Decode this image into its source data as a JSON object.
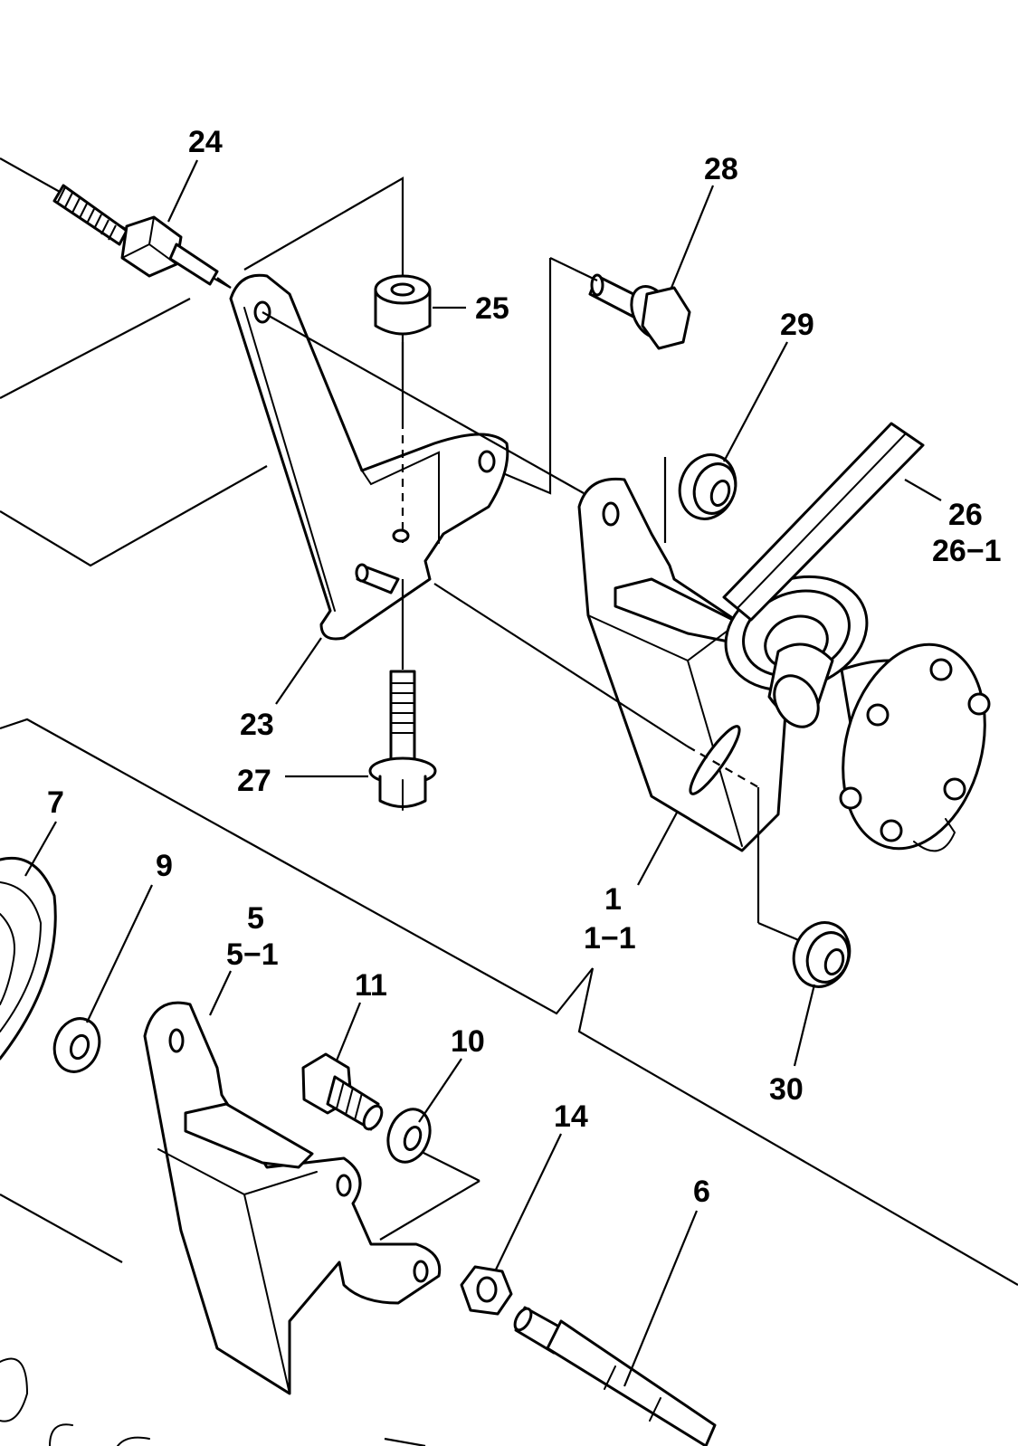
{
  "callouts": {
    "c1": "1",
    "c1_1": "1−1",
    "c5": "5",
    "c5_1": "5−1",
    "c6": "6",
    "c7": "7",
    "c9": "9",
    "c10": "10",
    "c11": "11",
    "c14": "14",
    "c23": "23",
    "c24": "24",
    "c25": "25",
    "c26": "26",
    "c26_1": "26−1",
    "c27": "27",
    "c28": "28",
    "c29": "29",
    "c30": "30"
  },
  "colors": {
    "ink": "#000000",
    "paper": "#ffffff"
  }
}
